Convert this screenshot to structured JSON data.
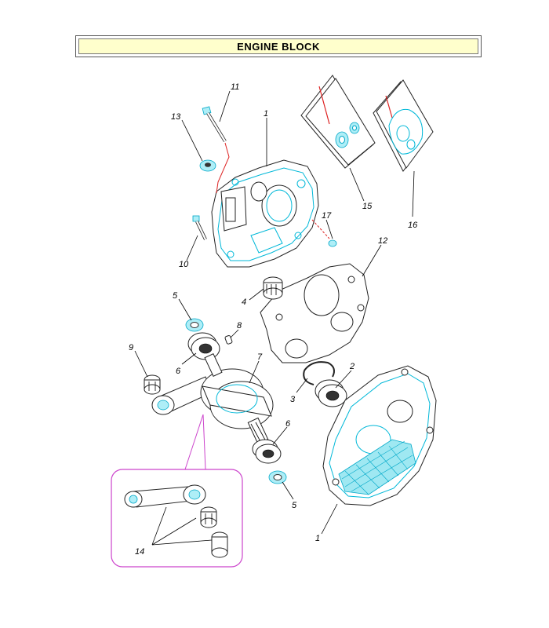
{
  "title": "ENGINE BLOCK",
  "callouts": {
    "c1_top": "1",
    "c11": "11",
    "c13": "13",
    "c10": "10",
    "c15": "15",
    "c16": "16",
    "c17": "17",
    "c12": "12",
    "c4": "4",
    "c5_top": "5",
    "c8": "8",
    "c9": "9",
    "c6_left": "6",
    "c7": "7",
    "c2": "2",
    "c3": "3",
    "c6_right": "6",
    "c5_bottom": "5",
    "c1_bottom": "1",
    "c14": "14"
  },
  "colors": {
    "accent_cyan": "#00b8d8",
    "inset_border": "#cc44cc",
    "leader_red": "#dd2222",
    "title_bg": "#ffffcc"
  }
}
